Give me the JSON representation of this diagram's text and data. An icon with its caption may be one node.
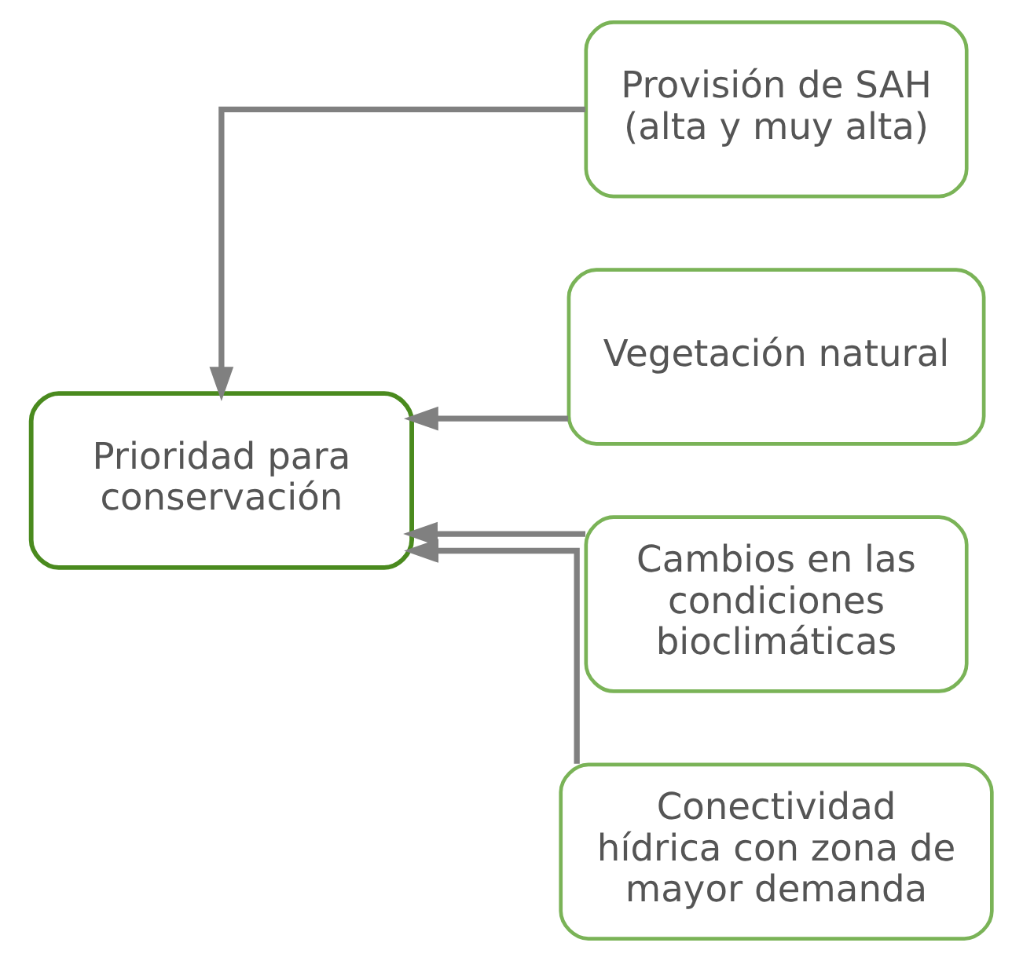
{
  "diagram": {
    "nodes": [
      {
        "text": [
          "Prioridad para conservación"
        ]
      },
      {
        "text": [
          "Provisión de SAH (alta y muy alta)"
        ]
      },
      {
        "text": [
          "Vegetación natural"
        ]
      },
      {
        "text": [
          "Cambios en las condiciones bioclimáticas"
        ]
      },
      {
        "text": [
          "Conectividad hídrica con zona de mayor demanda"
        ]
      }
    ],
    "edges": [
      {
        "from": 1,
        "to": 0,
        "arrow": "to"
      },
      {
        "from": 2,
        "to": 0,
        "arrow": "to"
      },
      {
        "from": 3,
        "to": 0,
        "arrow": "to"
      },
      {
        "from": 4,
        "to": 0,
        "arrow": "to"
      }
    ]
  }
}
